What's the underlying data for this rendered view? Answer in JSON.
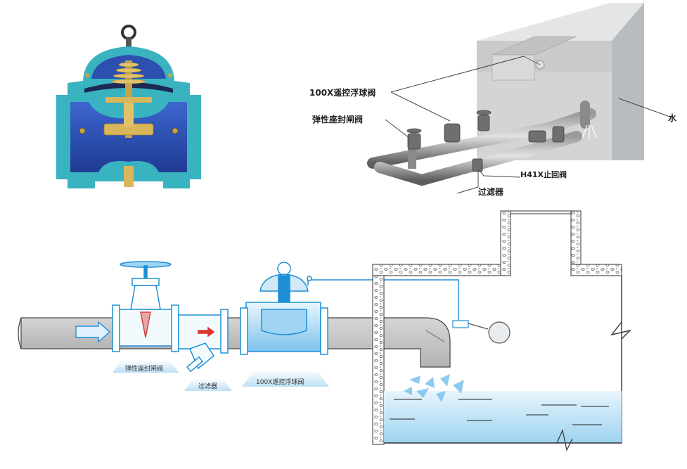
{
  "install_3d": {
    "labels": {
      "float_valve": "100X遥控浮球阀",
      "gate_valve": "弹性座封闸阀",
      "check_valve": "H41X止回阀",
      "strainer": "过滤器",
      "tank": "水"
    }
  },
  "schematic": {
    "labels": {
      "gate_valve": "弹性座封闸阀",
      "strainer": "过滤器",
      "float_valve": "100X遥控浮球阀"
    }
  },
  "colors": {
    "valve_body_blue": "#2c4fb0",
    "valve_casing_teal": "#3ab3c0",
    "valve_brass": "#d9b65a",
    "schematic_blue": "#1e8fd6",
    "pipe_gray": "#c9c9c9",
    "water_blue": "#bfe3f6"
  }
}
